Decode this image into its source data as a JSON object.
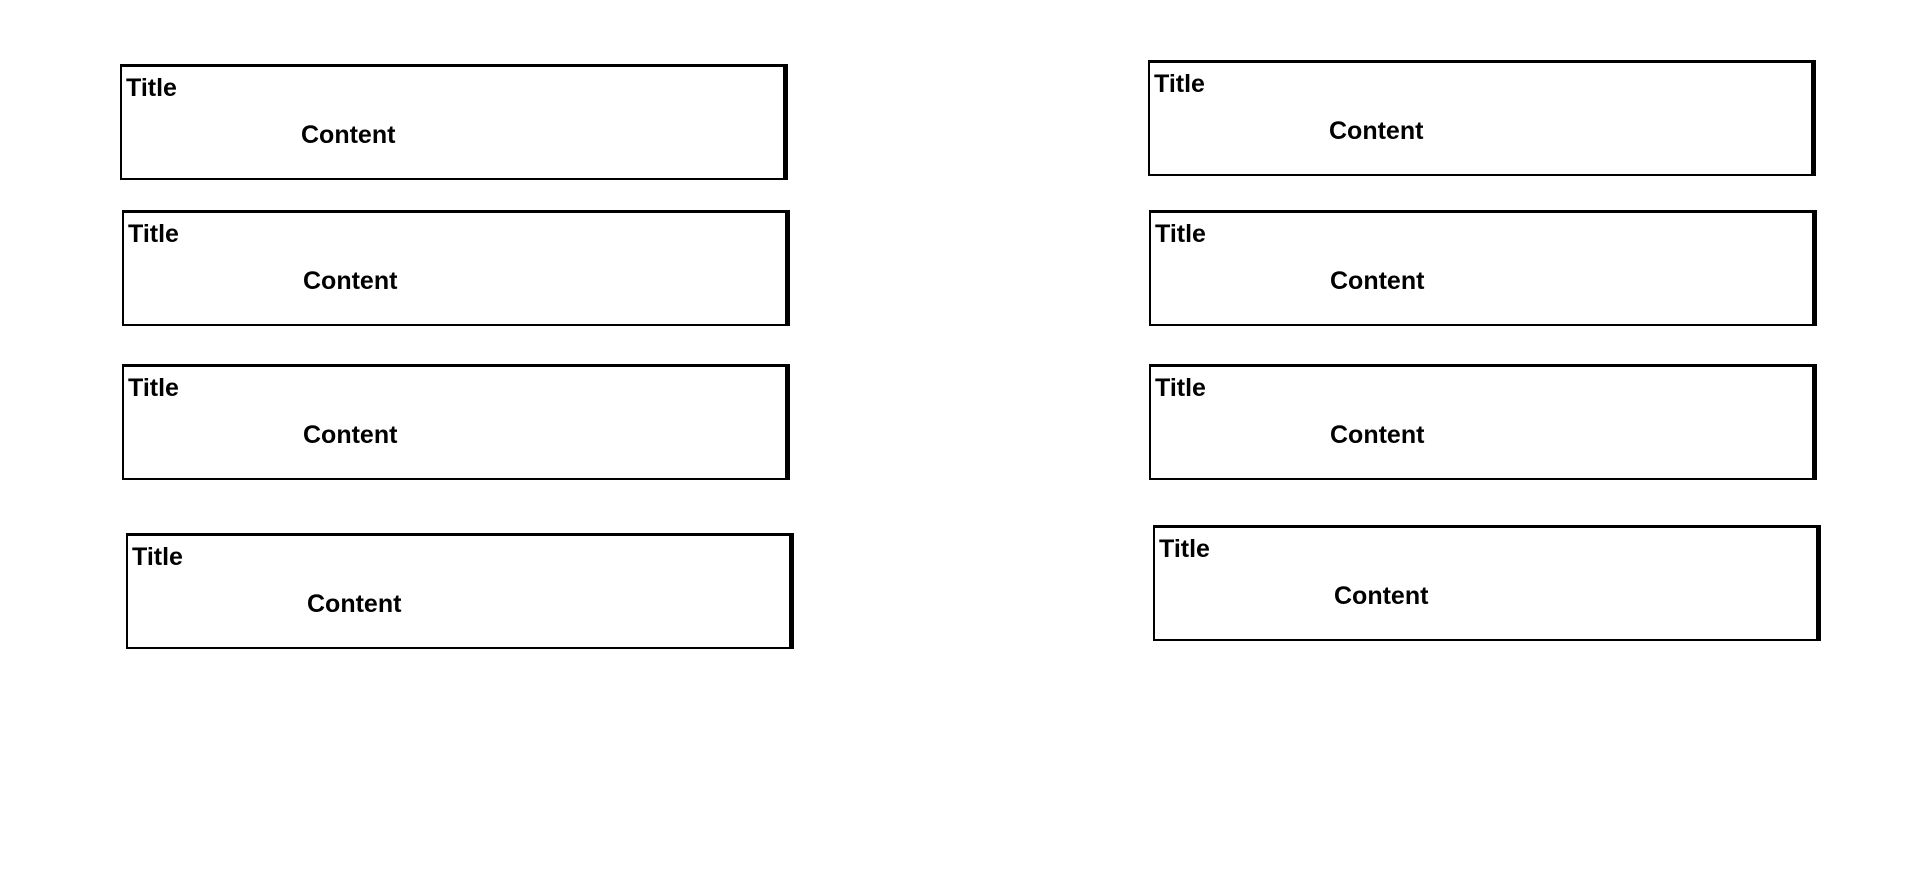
{
  "cards": [
    {
      "title": "Title",
      "content": "Content"
    },
    {
      "title": "Title",
      "content": "Content"
    },
    {
      "title": "Title",
      "content": "Content"
    },
    {
      "title": "Title",
      "content": "Content"
    },
    {
      "title": "Title",
      "content": "Content"
    },
    {
      "title": "Title",
      "content": "Content"
    },
    {
      "title": "Title",
      "content": "Content"
    },
    {
      "title": "Title",
      "content": "Content"
    }
  ]
}
